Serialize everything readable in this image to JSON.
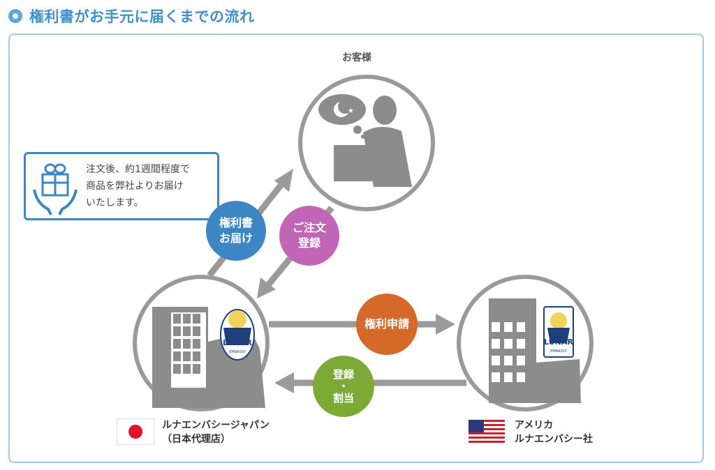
{
  "header": {
    "title": "権利書がお手元に届くまでの流れ"
  },
  "nodes": {
    "customer": {
      "label": "お客様"
    },
    "japan": {
      "label": "ルナエンバシージャパン\n（日本代理店）"
    },
    "usa": {
      "label": "アメリカ\nルナエンバシー社"
    }
  },
  "note": {
    "text": "注文後、約1週間程度で\n商品を弊社よりお届け\nいたします。",
    "icon": "gift-in-hands-icon"
  },
  "steps": {
    "deliver": {
      "label": "権利書\nお届け",
      "color": "#3c86c4"
    },
    "order": {
      "label": "ご注文\n登録",
      "color": "#c165b7"
    },
    "apply": {
      "label": "権利申請",
      "color": "#d4692a"
    },
    "register": {
      "label": "登録\n・\n割当",
      "color": "#7daa37"
    }
  },
  "logos": {
    "brand": "LUNAR",
    "sub": "EMBASSY"
  },
  "colors": {
    "arrow": "#9a9a9a",
    "silhouette": "#8c8c8c",
    "circle_border": "#9a9a9a",
    "accent": "#3f8fcb"
  }
}
